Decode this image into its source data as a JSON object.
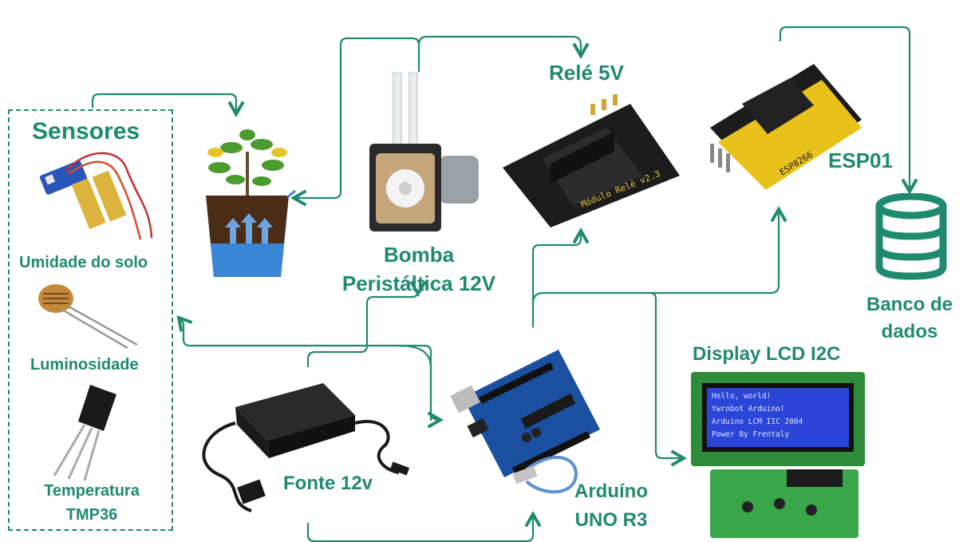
{
  "colors": {
    "accent": "#1f8a70",
    "board_blue": "#1b4fa0",
    "relay_black": "#1a1a1a",
    "esp_yellow": "#e8c21a",
    "lcd_blue": "#2a45d8",
    "pcb_green": "#2e8b3a"
  },
  "sensors": {
    "title": "Sensores",
    "soil": "Umidade do solo",
    "light": "Luminosidade",
    "temp_line1": "Temperatura",
    "temp_line2": "TMP36"
  },
  "pump": {
    "line1": "Bomba",
    "line2": "Peristáltica 12V"
  },
  "relay": {
    "label": "Relé 5V",
    "board_text": "Módulo Relé v2.3"
  },
  "esp": {
    "label": "ESP01",
    "board_text": "ESP8266"
  },
  "database": {
    "line1": "Banco de",
    "line2": "dados",
    "icon": "database-icon"
  },
  "lcd": {
    "label": "Display LCD I2C",
    "screen_lines": [
      "Hello, world!",
      "Ywrobot Arduino!",
      "Arduino LCM IIC 2004",
      "Power By Frentaly"
    ]
  },
  "power": {
    "label": "Fonte 12v"
  },
  "arduino": {
    "line1": "Arduíno",
    "line2": "UNO R3"
  },
  "icons": [
    "soil-moisture-sensor-icon",
    "ldr-sensor-icon",
    "tmp36-sensor-icon",
    "plant-pot-icon",
    "peristaltic-pump-icon",
    "relay-module-icon",
    "esp01-module-icon",
    "database-icon",
    "lcd-display-icon",
    "power-adapter-icon",
    "arduino-board-icon"
  ]
}
